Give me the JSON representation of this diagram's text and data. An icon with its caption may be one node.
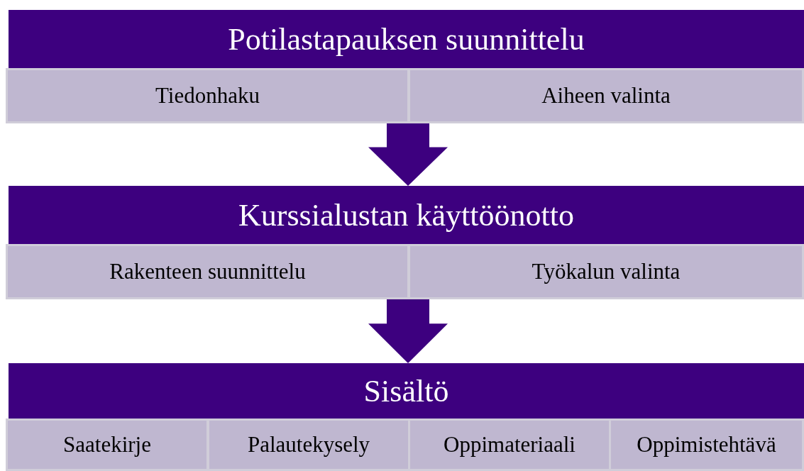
{
  "diagram": {
    "nodes": [
      {
        "text": [
          "Potilastapauksen suunnittelu"
        ]
      },
      {
        "text": [
          "Tiedonhaku"
        ]
      },
      {
        "text": [
          "Aiheen valinta"
        ]
      },
      {
        "text": [
          "Kurssialustan käyttöönotto"
        ]
      },
      {
        "text": [
          "Rakenteen suunnittelu"
        ]
      },
      {
        "text": [
          "Työkalun valinta"
        ]
      },
      {
        "text": [
          "Sisältö"
        ]
      },
      {
        "text": [
          "Saatekirje"
        ]
      },
      {
        "text": [
          "Palautekysely"
        ]
      },
      {
        "text": [
          "Oppimateriaali"
        ]
      },
      {
        "text": [
          "Oppimistehtävä"
        ]
      }
    ],
    "edges": [
      {
        "from": 0,
        "to": 3,
        "arrow": "to",
        "style": "thick"
      },
      {
        "from": 3,
        "to": 6,
        "arrow": "to",
        "style": "thick"
      }
    ]
  }
}
